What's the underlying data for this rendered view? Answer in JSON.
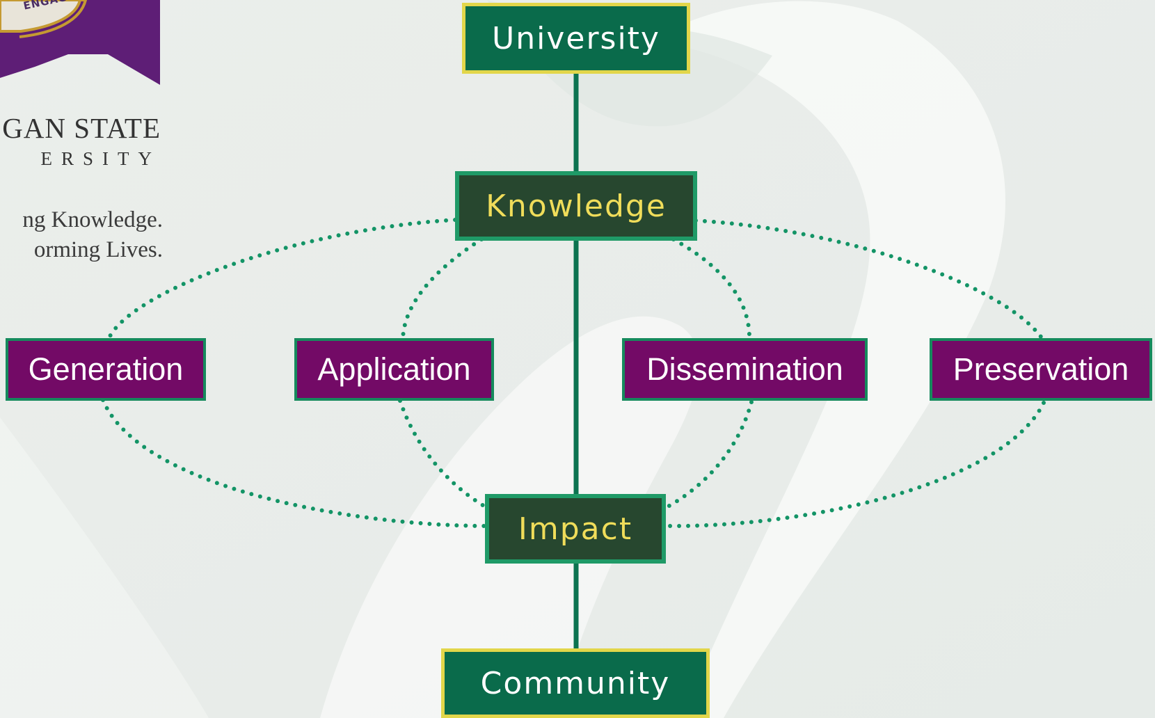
{
  "branding": {
    "seal_text": "ENGAGE",
    "university_name_line1": "GAN STATE",
    "university_name_line2": "ERSITY",
    "tagline_line1": "ng Knowledge.",
    "tagline_line2": "orming Lives."
  },
  "diagram": {
    "outer_nodes": {
      "top": "University",
      "bottom": "Community"
    },
    "mid_nodes": {
      "top": "Knowledge",
      "bottom": "Impact"
    },
    "stages": [
      "Generation",
      "Application",
      "Dissemination",
      "Preservation"
    ]
  },
  "colors": {
    "background": "#ecefed",
    "outer_fill": "#0a6b4b",
    "outer_border": "#e2d64a",
    "mid_fill": "#27472f",
    "mid_border": "#1f9a67",
    "mid_text": "#f0dd5a",
    "stage_fill": "#730a66",
    "stage_border": "#168a5d",
    "connector": "#0c7350",
    "dotted": "#139466",
    "banner": "#5e1e76"
  }
}
